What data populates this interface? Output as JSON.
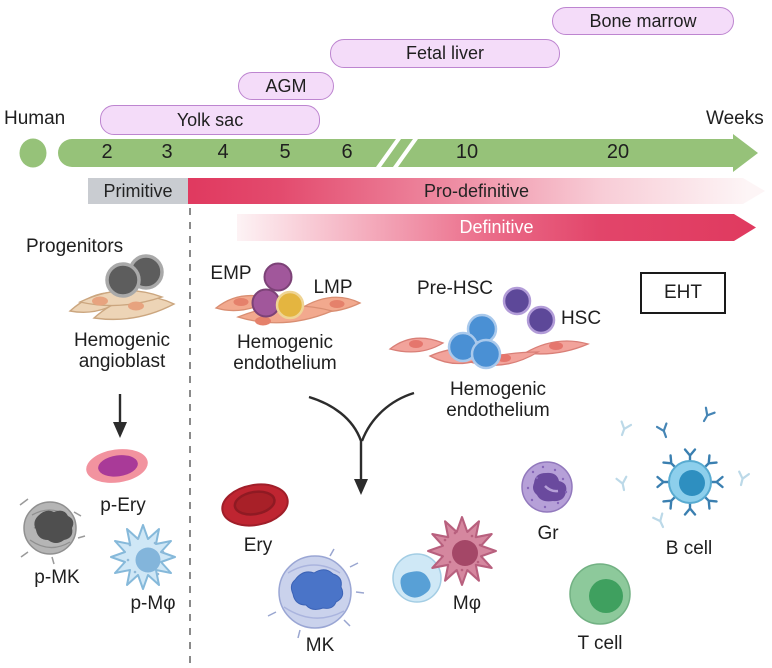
{
  "timeline": {
    "left_label": "Human",
    "right_label": "Weeks",
    "ticks": [
      "2",
      "3",
      "4",
      "5",
      "6",
      "10",
      "20"
    ],
    "sites": [
      {
        "label": "Yolk sac"
      },
      {
        "label": "AGM"
      },
      {
        "label": "Fetal liver"
      },
      {
        "label": "Bone marrow"
      }
    ],
    "waves": {
      "primitive": "Primitive",
      "pro_definitive": "Pro-definitive",
      "definitive": "Definitive"
    }
  },
  "primitive_branch": {
    "progenitors": "Progenitors",
    "angioblast_line1": "Hemogenic",
    "angioblast_line2": "angioblast",
    "cells": {
      "p_ery": "p-Ery",
      "p_mk": "p-MK",
      "p_mphi": "p-Mφ"
    }
  },
  "pro_definitive_branch": {
    "emp": "EMP",
    "lmp": "LMP",
    "endothelium_line1": "Hemogenic",
    "endothelium_line2": "endothelium"
  },
  "definitive_branch": {
    "pre_hsc": "Pre-HSC",
    "hsc": "HSC",
    "endothelium_line1": "Hemogenic",
    "endothelium_line2": "endothelium",
    "eht": "EHT",
    "cells": {
      "ery": "Ery",
      "mk": "MK",
      "mphi": "Mφ",
      "gr": "Gr",
      "t_cell": "T cell",
      "b_cell": "B cell"
    }
  },
  "colors": {
    "timeline_green": "#96c279",
    "site_pill_bg": "#f4dcf9",
    "site_pill_border": "#bd85d0",
    "primitive_gray": "#c9ccd1",
    "wave_red": "#e03a5f",
    "text": "#1f1f1f"
  }
}
